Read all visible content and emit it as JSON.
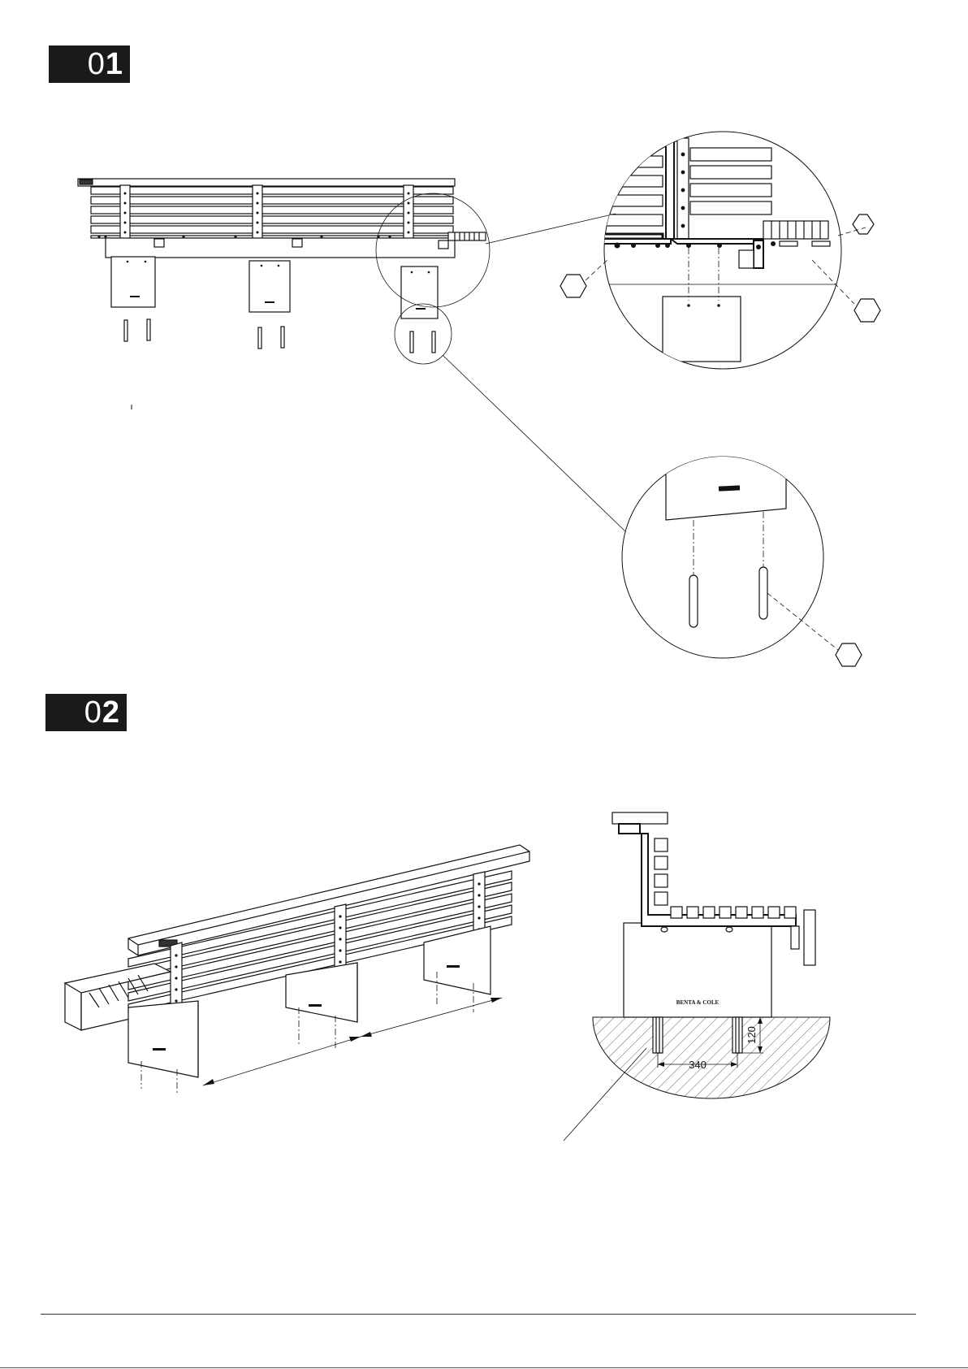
{
  "steps": [
    {
      "digit_thin": "0",
      "digit_bold": "1"
    },
    {
      "digit_thin": "0",
      "digit_bold": "2"
    }
  ],
  "dimensions": {
    "depth": "120",
    "spacing": "340"
  },
  "brand_mark": "BENTA & COLE"
}
